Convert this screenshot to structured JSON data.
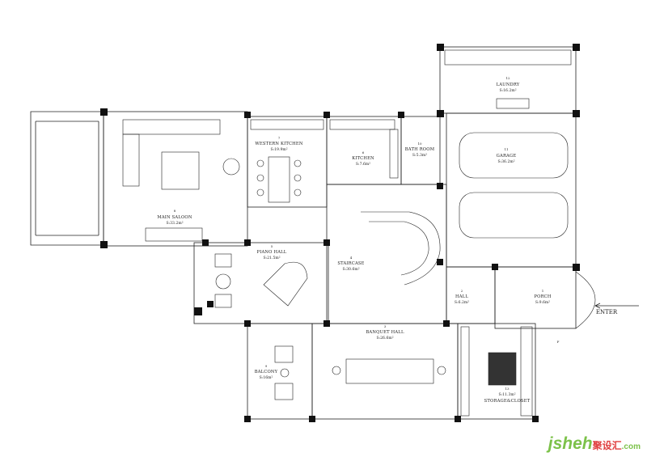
{
  "rooms": {
    "main_saloon": {
      "num": "8",
      "name": "MAIN SALOON",
      "area": "S:33.2m²"
    },
    "western_kitchen": {
      "num": "7",
      "name": "WESTERN KITCHEN",
      "area": "S:19.9m²"
    },
    "kitchen": {
      "num": "6",
      "name": "KITCHEN",
      "area": "S:7.6m²"
    },
    "bath_room": {
      "num": "10",
      "name": "BATH ROOM",
      "area": "S:5.3m²"
    },
    "laundry": {
      "num": "12",
      "name": "LAUNDRY",
      "area": "S:16.2m²"
    },
    "garage": {
      "num": "11",
      "name": "GARAGE",
      "area": "S:36.2m²"
    },
    "piano_hall": {
      "num": "5",
      "name": "PIANO HALL",
      "area": "S:21.5m²"
    },
    "staircase": {
      "num": "4",
      "name": "STAIRCASE",
      "area": "S:30.6m²"
    },
    "hall": {
      "num": "2",
      "name": "HALL",
      "area": "S:6.2m²"
    },
    "porch": {
      "num": "1",
      "name": "PORCH",
      "area": "S:9.6m²"
    },
    "banquet_hall": {
      "num": "3",
      "name": "BANQUET HALL",
      "area": "S:26.6m²"
    },
    "balcony": {
      "num": "9",
      "name": "BALCONY",
      "area": "S:16m²"
    },
    "storage": {
      "num": "13",
      "name": "STORAGE&CLOSET",
      "area": "S:11.3m²"
    }
  },
  "entry_label": "ENTER",
  "section_mark": "F",
  "watermark": {
    "brand": "jsheh",
    "cn": "聚设汇",
    "domain": ".com"
  },
  "colors": {
    "line": "#222222",
    "fill_dark": "#111111",
    "watermark_green": "#7cc24a",
    "watermark_red": "#e04040"
  }
}
